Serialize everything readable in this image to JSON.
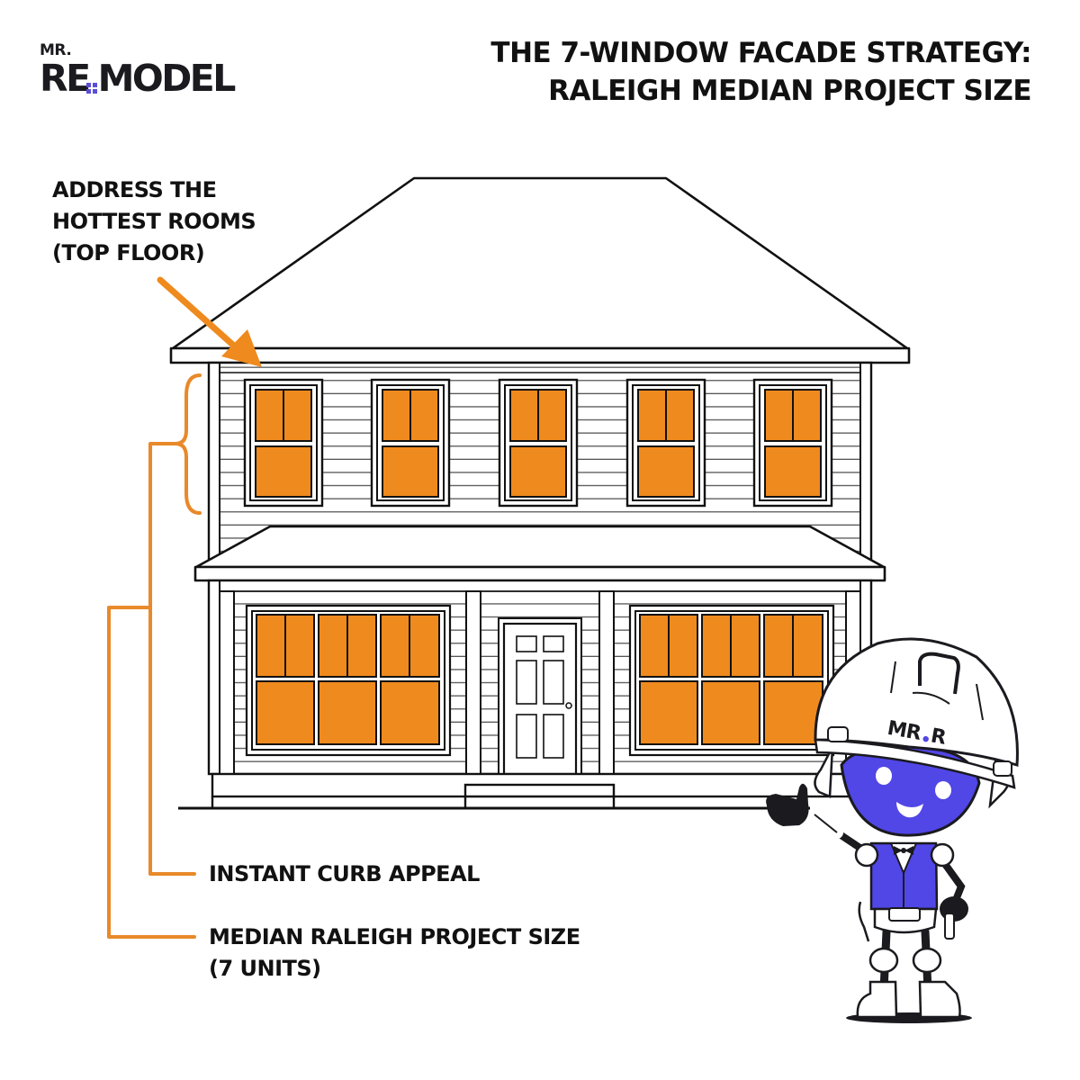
{
  "brand": {
    "logo_prefix": "MR.",
    "logo_main_left": "RE",
    "logo_main_right": "MODEL",
    "logo_mark": "window-grid-icon",
    "accent_color": "#5b4fd6"
  },
  "header": {
    "title_line_1": "THE 7-WINDOW FACADE STRATEGY:",
    "title_line_2": "RALEIGH MEDIAN PROJECT SIZE"
  },
  "callouts": {
    "top_floor": {
      "line_1": "ADDRESS THE",
      "line_2": "HOTTEST ROOMS",
      "line_3": "(TOP FLOOR)"
    },
    "curb_appeal": {
      "label": "INSTANT CURB APPEAL"
    },
    "median_size": {
      "line_1": "MEDIAN RALEIGH PROJECT SIZE",
      "line_2": "(7 UNITS)"
    }
  },
  "diagram": {
    "upper_floor_windows": 5,
    "lower_floor_picture_windows": 2,
    "total_window_units": 7,
    "window_fill_color": "#ef8a1e",
    "callout_line_color": "#e8892a",
    "line_color": "#111111"
  },
  "mascot": {
    "name": "MR.R",
    "helmet_label_left": "MR",
    "helmet_label_right": "R",
    "face_color": "#5146e6",
    "vest_color": "#5146e6"
  }
}
